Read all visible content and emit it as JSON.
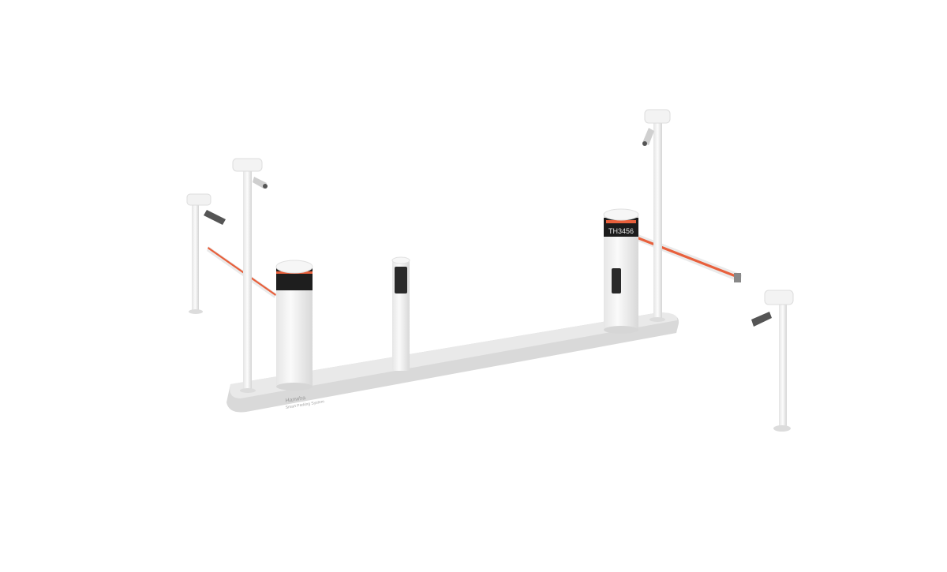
{
  "scene": {
    "brand_text": "Hanwha",
    "system_text": "Smart Parking System",
    "display_text": "TH3456"
  },
  "colors": {
    "accent": "#e8603c",
    "display": "#1c1c1c",
    "body": "#f4f4f4",
    "base": "#e2e2e2"
  }
}
